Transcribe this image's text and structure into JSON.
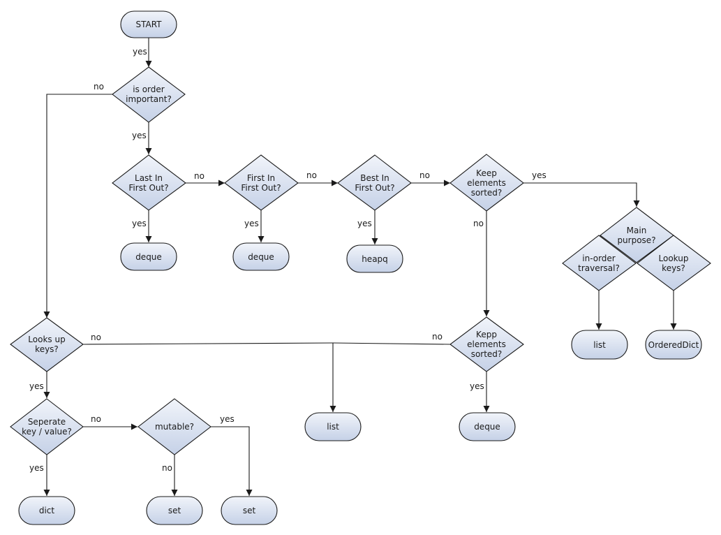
{
  "nodes": {
    "start": "START",
    "order": [
      "is order",
      "important?"
    ],
    "lifo": [
      "Last In",
      "First Out?"
    ],
    "fifo": [
      "First In",
      "First Out?"
    ],
    "bifo": [
      "Best In",
      "First Out?"
    ],
    "keep1": [
      "Keep",
      "elements",
      "sorted?"
    ],
    "main": [
      "Main",
      "purpose?"
    ],
    "inorder": [
      "in-order",
      "traversal?"
    ],
    "lookup_keys": [
      "Lookup",
      "keys?"
    ],
    "deque1": "deque",
    "deque2": "deque",
    "heapq": "heapq",
    "looks": [
      "Looks up",
      "keys?"
    ],
    "keep2": [
      "Kepp",
      "elements",
      "sorted?"
    ],
    "list_right": "list",
    "ordered_dict": "OrderedDict",
    "seperate": [
      "Seperate",
      "key / value?"
    ],
    "mutable": "mutable?",
    "list_mid": "list",
    "deque3": "deque",
    "dict": "dict",
    "set1": "set",
    "set2": "set"
  },
  "edges": {
    "start_order": "yes",
    "order_no": "no",
    "order_yes": "yes",
    "lifo_no": "no",
    "lifo_yes": "yes",
    "fifo_no": "no",
    "fifo_yes": "yes",
    "bifo_no": "no",
    "bifo_yes": "yes",
    "keep1_yes": "yes",
    "keep1_no": "no",
    "looks_no": "no",
    "keep2_no": "no",
    "looks_yes": "yes",
    "keep2_yes": "yes",
    "seperate_no": "no",
    "mutable_yes": "yes",
    "seperate_yes": "yes",
    "mutable_no": "no"
  },
  "colors": {
    "node_fill_top": "#f1f4fa",
    "node_fill_bottom": "#c5d1e7",
    "stroke": "#1a1a1a"
  }
}
